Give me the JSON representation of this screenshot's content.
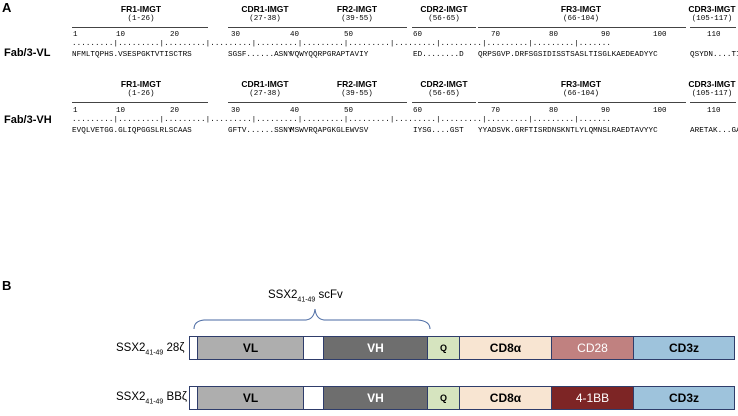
{
  "panels": {
    "a": "A",
    "b": "B"
  },
  "regions": [
    {
      "name": "FR1-IMGT",
      "range": "(1-26)"
    },
    {
      "name": "CDR1-IMGT",
      "range": "(27-38)"
    },
    {
      "name": "FR2-IMGT",
      "range": "(39-55)"
    },
    {
      "name": "CDR2-IMGT",
      "range": "(56-65)"
    },
    {
      "name": "FR3-IMGT",
      "range": "(66-104)"
    },
    {
      "name": "CDR3-IMGT",
      "range": "(105-117)"
    }
  ],
  "ticks": [
    "1",
    "10",
    "20",
    "30",
    "40",
    "50",
    "60",
    "70",
    "80",
    "90",
    "100",
    "110"
  ],
  "vl": {
    "label": "Fab/3-VL",
    "dots": ".........|.........|.........|.........|.........|.........|.........|.........|.........|.........|.........|.......",
    "seq": [
      "NFMLTQPHS.VSESPGKTVTISCTRS",
      "SGSF......ASNY",
      "VQWYQQRPGRAPTAVIY",
      "ED........D",
      "QRPSGVP.DRFSGSIDISSTSASLTISGLKAEDEADYYC",
      "QSYDN....TIQV"
    ]
  },
  "vh": {
    "label": "Fab/3-VH",
    "dots": ".........|.........|.........|.........|.........|.........|.........|.........|.........|.........|.........|.......",
    "seq": [
      "EVQLVETGG.GLIQPGGSLRLSCAAS",
      "GFTV......SSNY",
      "MSWVRQAPGKGLEWVSV",
      "IYSG....GST",
      "YYADSVK.GRFTISRDNSKNTLYLQMNSLRAEDTAVYYC",
      "ARETAK...GAFDI"
    ]
  },
  "scfv": {
    "main": "SSX2",
    "sub": "41-49",
    "rest": " scFv"
  },
  "constructs": [
    {
      "main": "SSX2",
      "sub": "41-49",
      "rest": " 28ζ",
      "segments": [
        "VL",
        "",
        "VH",
        "Q",
        "CD8α",
        "CD28",
        "CD3z"
      ]
    },
    {
      "main": "SSX2",
      "sub": "41-49",
      "rest": " BBζ",
      "segments": [
        "VL",
        "",
        "VH",
        "Q",
        "CD8α",
        "4-1BB",
        "CD3z"
      ]
    }
  ],
  "colors": {
    "vl": "#aeaeae",
    "spacer": "#ffffff",
    "vh": "#6e6e6e",
    "q": "#d6e4bf",
    "cd8a": "#f8e5d2",
    "cd28": "#c08180",
    "bb41": "#7d2525",
    "cd3z": "#9ec3dc",
    "border": "#2f3d6b",
    "bracket": "#4a6aa3"
  }
}
